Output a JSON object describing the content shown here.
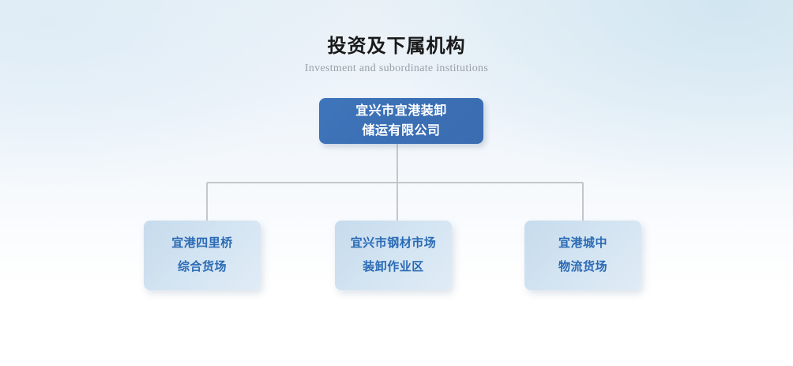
{
  "header": {
    "title": "投资及下属机构",
    "subtitle": "Investment and subordinate institutions"
  },
  "colors": {
    "root_box": "#3b6fb4",
    "root_text": "#ffffff",
    "child_box": "#d2e3f1",
    "child_text": "#2a6ab4",
    "connector_line": "#c3c7ca",
    "title_text": "#1a1a1a",
    "subtitle_text": "#9aa0a6",
    "background_top": "#e9f1f7",
    "background_bottom": "#ffffff"
  },
  "chart": {
    "type": "org-chart",
    "root": {
      "id": "root",
      "lines": [
        "宜兴市宜港装卸",
        "储运有限公司"
      ]
    },
    "children": [
      {
        "id": "child-0",
        "lines": [
          "宜港四里桥",
          "综合货场"
        ]
      },
      {
        "id": "child-1",
        "lines": [
          "宜兴市钢材市场",
          "装卸作业区"
        ]
      },
      {
        "id": "child-2",
        "lines": [
          "宜港城中",
          "物流货场"
        ]
      }
    ]
  }
}
